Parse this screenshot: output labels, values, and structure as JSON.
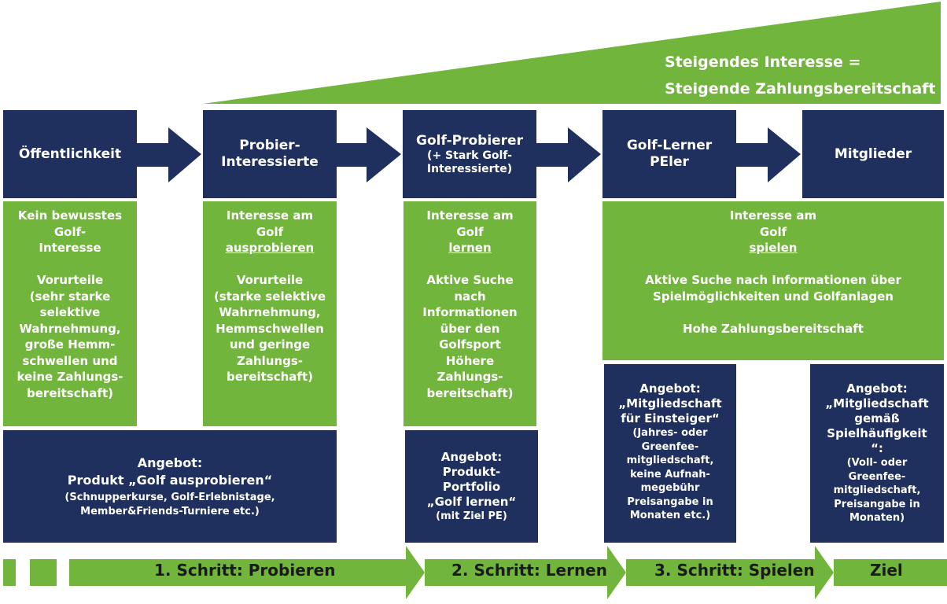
{
  "headline": {
    "line1": "Steigendes Interesse =",
    "line2": "Steigende Zahlungsbereitschaft"
  },
  "colors": {
    "navy": "#1f2f5e",
    "green": "#72b53c",
    "text_dark": "#1a1a1a"
  },
  "stages": [
    {
      "title": "Öffentlichkeit",
      "subtitle": ""
    },
    {
      "title": "Probier-\nInteressierte",
      "subtitle": ""
    },
    {
      "title": "Golf-Probierer",
      "subtitle": "(+ Stark Golf-\nInteressierte)"
    },
    {
      "title": "Golf-Lerner\nPEler",
      "subtitle": ""
    },
    {
      "title": "Mitglieder",
      "subtitle": ""
    }
  ],
  "interests": [
    {
      "pre": "Kein bewusstes\nGolf-\nInteresse",
      "underline": "",
      "post": "\n\nVorurteile\n(sehr starke\nselektive\nWahrnehmung,\ngroße Hemm-\nschwellen und\nkeine Zahlungs-\nbereitschaft)"
    },
    {
      "pre": "Interesse am\nGolf\n",
      "underline": "ausprobieren",
      "post": "\n\nVorurteile\n(starke selektive\nWahrnehmung,\nHemmschwellen\nund geringe\nZahlungs-\nbereitschaft)"
    },
    {
      "pre": "Interesse am\nGolf\n",
      "underline": "lernen",
      "post": "\n\nAktive Suche\nnach\nInformationen\nüber den\nGolfsport\nHöhere\nZahlungs-\nbereitschaft)"
    },
    {
      "pre": "Interesse am\nGolf\n",
      "underline": "spielen",
      "post": "\n\nAktive Suche nach Informationen über\nSpielmöglichkeiten und Golfanlagen\n\nHohe Zahlungsbereitschaft"
    }
  ],
  "offers": [
    {
      "title": "Angebot:\nProdukt „Golf ausprobieren“",
      "detail": "(Schnupperkurse, Golf-Erlebnistage,\nMember&Friends-Turniere etc.)"
    },
    {
      "title": "Angebot:\nProdukt-\nPortfolio\n„Golf lernen“",
      "detail": "(mit Ziel PE)"
    },
    {
      "title": "Angebot:\n„Mitgliedschaft\nfür Einsteiger“",
      "detail": "(Jahres- oder\nGreenfee-\nmitgliedschaft,\nkeine Aufnah-\nmegebühr\nPreisangabe in\nMonaten etc.)"
    },
    {
      "title": "Angebot:\n„Mitgliedschaft\ngemäß\nSpielhäufigkeit\n“:",
      "detail": "(Voll- oder\nGreenfee-\nmitgliedschaft,\nPreisangabe in\nMonaten)"
    }
  ],
  "steps": [
    {
      "label": "1. Schritt: Probieren"
    },
    {
      "label": "2. Schritt: Lernen"
    },
    {
      "label": "3. Schritt: Spielen"
    },
    {
      "label": "Ziel"
    }
  ]
}
